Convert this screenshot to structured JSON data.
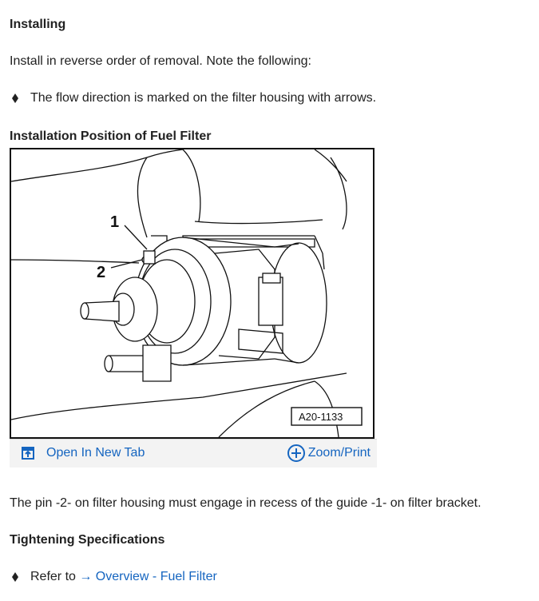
{
  "section": {
    "installing_heading": "Installing",
    "install_note": "Install in reverse order of removal. Note the following:",
    "flow_bullet": "The flow direction is marked on the filter housing with arrows.",
    "figure_title": "Installation Position of Fuel Filter",
    "figure_labels": {
      "one": "1",
      "two": "2",
      "code": "A20-1133"
    },
    "open_tab_label": "Open In New Tab",
    "zoom_label": "Zoom/Print",
    "pin_note": "The pin -2- on filter housing must engage in recess of the guide -1- on filter bracket.",
    "torque_heading": "Tightening Specifications",
    "refer_prefix": "Refer to ",
    "refer_arrow": "→",
    "refer_link": " Overview - Fuel Filter"
  },
  "colors": {
    "link": "#1565c0",
    "text": "#212121",
    "bar": "#f3f3f3"
  },
  "icons": [
    "diamond-bullet-icon",
    "open-new-tab-icon",
    "zoom-plus-icon"
  ]
}
